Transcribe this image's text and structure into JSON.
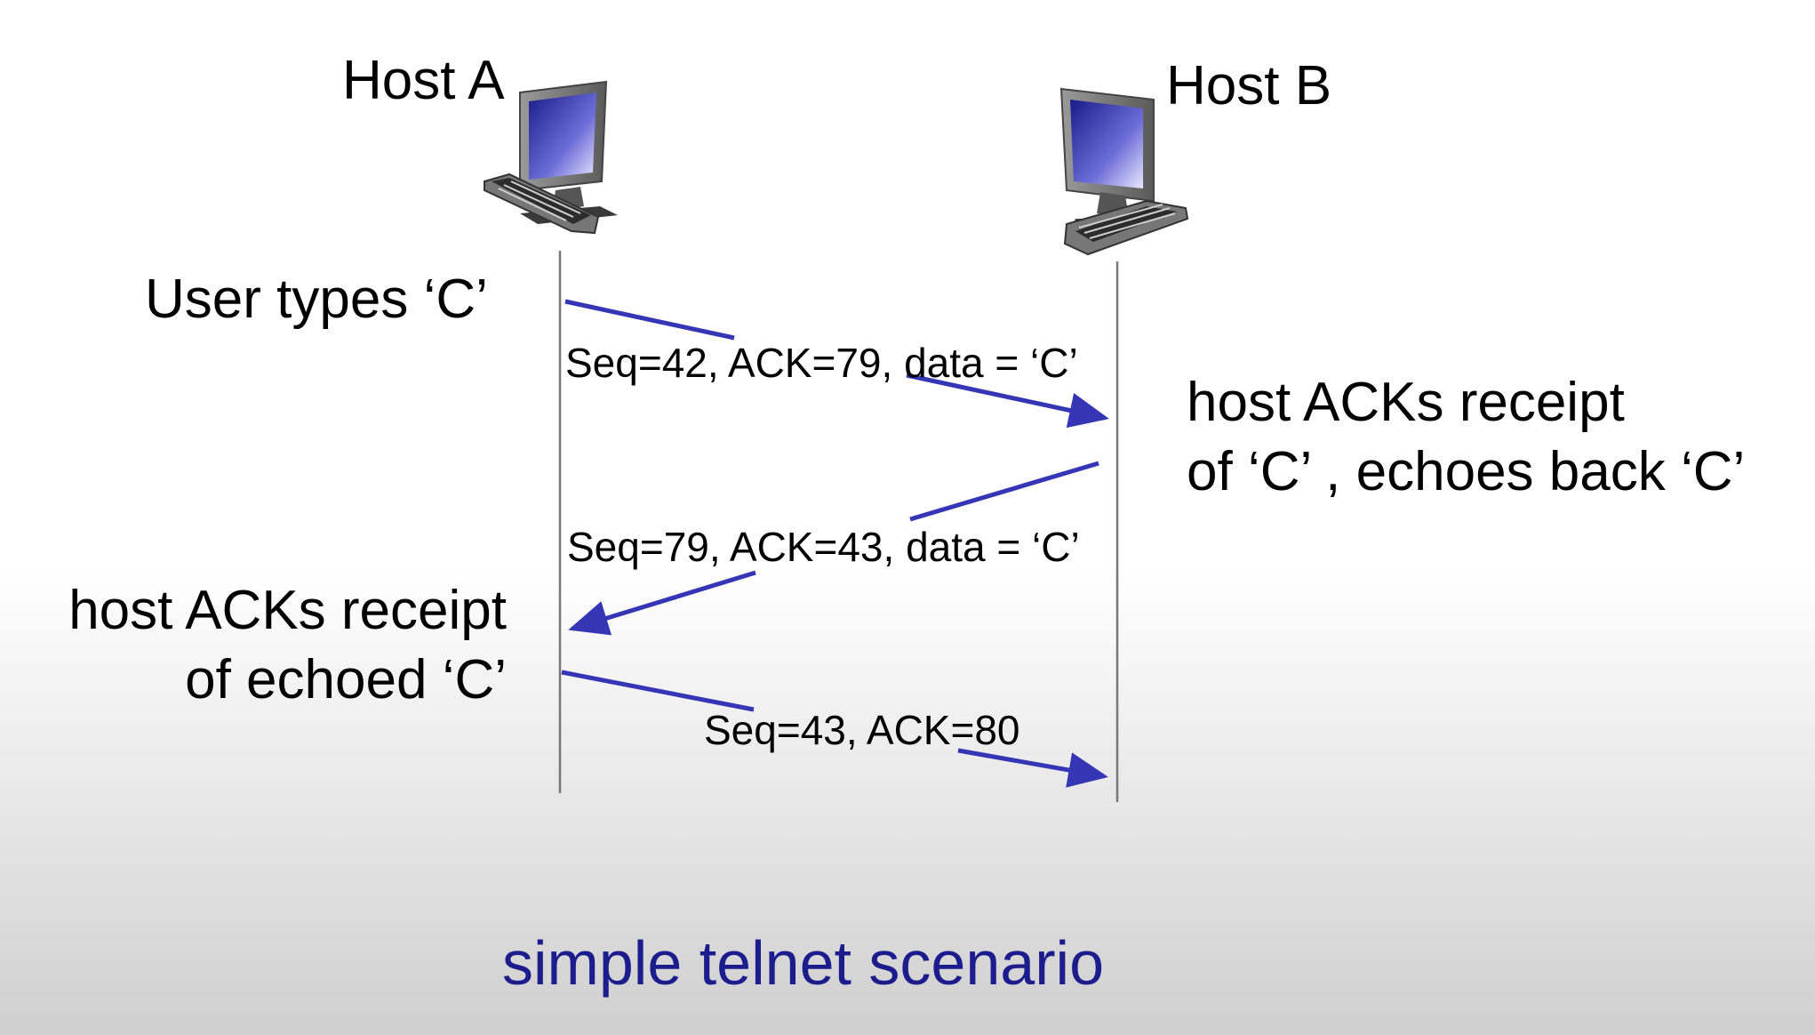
{
  "hosts": {
    "a": {
      "label": "Host A",
      "icon": "desktop-computer-icon"
    },
    "b": {
      "label": "Host B",
      "icon": "desktop-computer-icon"
    }
  },
  "notes": {
    "user_types": "User types ‘C’",
    "host_b_line1": "host ACKs receipt",
    "host_b_line2": "of ‘C’ , echoes back ‘C’",
    "host_a_line1": "host ACKs receipt",
    "host_a_line2": "of echoed ‘C’"
  },
  "messages": [
    {
      "label": "Seq=42, ACK=79, data = ‘C’",
      "from": "A",
      "to": "B"
    },
    {
      "label": "Seq=79, ACK=43, data = ‘C’",
      "from": "B",
      "to": "A"
    },
    {
      "label": "Seq=43, ACK=80",
      "from": "A",
      "to": "B"
    }
  ],
  "caption": "simple telnet scenario",
  "colors": {
    "arrow": "#3535b5",
    "caption": "#1c1c8c",
    "timeline": "#777777"
  }
}
